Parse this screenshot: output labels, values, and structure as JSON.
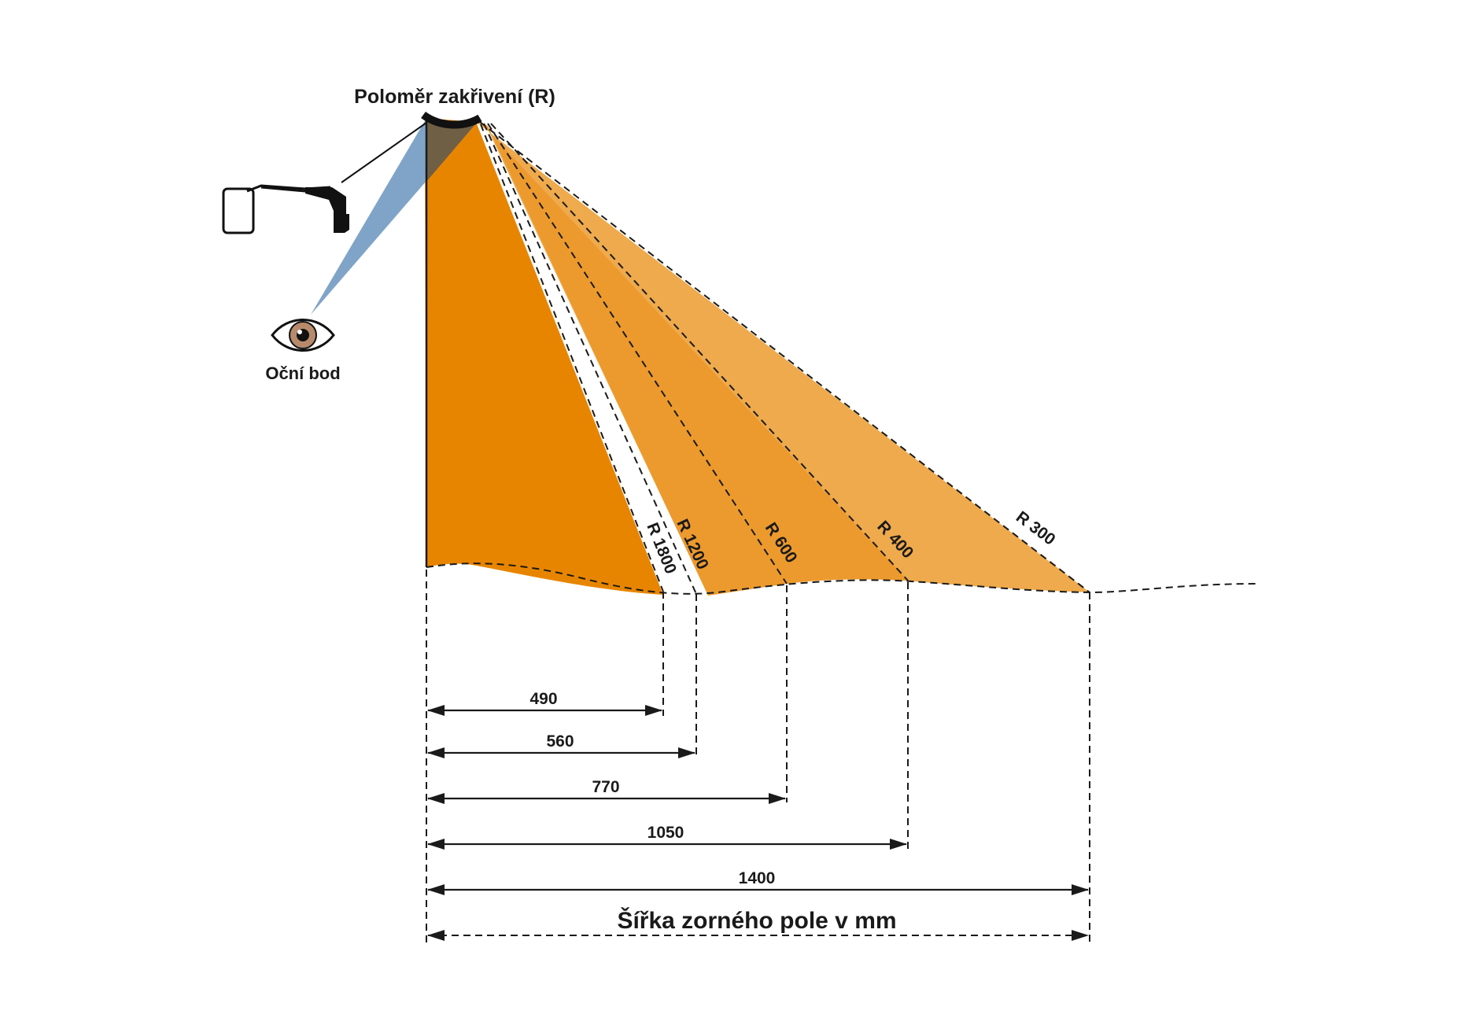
{
  "title": "Poloměr zakřivení (R)",
  "eye_label": "Oční bod",
  "axis_label": "Šířka zorného pole v mm",
  "colors": {
    "fan_dark": "#e88500",
    "fan_mid": "#ec9a2e",
    "fan_light": "#eeaa4c",
    "eye_beam": "#7fa4c8",
    "mirror_overlap": "#6f5f45",
    "iris": "#b88a6c"
  },
  "radii": [
    {
      "label": "R 1800",
      "width_label": "490"
    },
    {
      "label": "R 1200",
      "width_label": "560"
    },
    {
      "label": "R 600",
      "width_label": "770"
    },
    {
      "label": "R 400",
      "width_label": "1050"
    },
    {
      "label": "R 300",
      "width_label": "1400"
    }
  ]
}
